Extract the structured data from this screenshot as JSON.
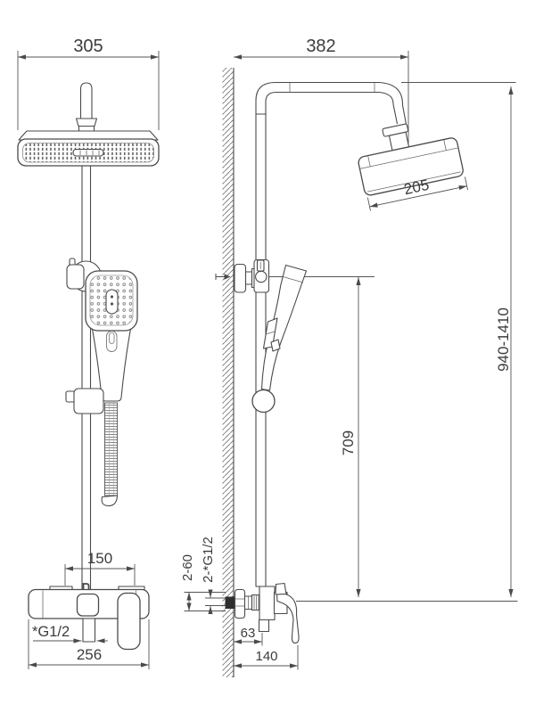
{
  "drawing": {
    "type": "shower-system-installation-drawing",
    "colors": {
      "line": "#4a4a4a",
      "text": "#3c3c3c",
      "background": "#ffffff",
      "wall_inlet_fill": "#2e2e2e"
    },
    "front_view": {
      "head_width": "305",
      "inlet_spacing": "150",
      "outlet_thread": "*G1/2",
      "body_width": "256"
    },
    "side_view": {
      "arm_reach": "382",
      "head_length": "205",
      "height_range": "940-1410",
      "bar_height": "709",
      "escutcheon_size": "2-60",
      "wall_inlet_thread": "2-*G1/2",
      "outlet_depth": "63",
      "handle_depth": "140"
    }
  }
}
